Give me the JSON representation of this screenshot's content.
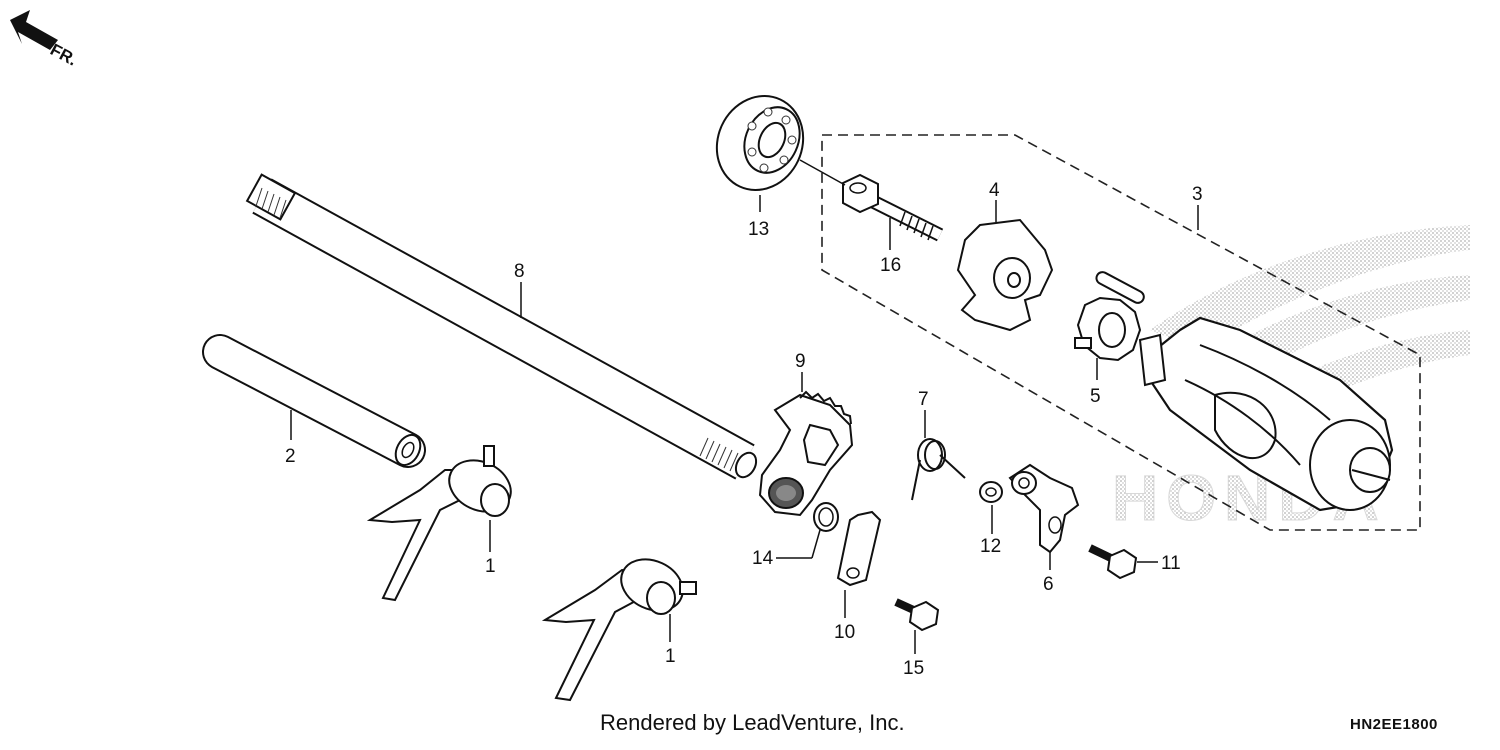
{
  "direction_label": "FR.",
  "callouts": {
    "c1a": "1",
    "c1b": "1",
    "c2": "2",
    "c3": "3",
    "c4": "4",
    "c5": "5",
    "c6": "6",
    "c7": "7",
    "c8": "8",
    "c9": "9",
    "c10": "10",
    "c11": "11",
    "c12": "12",
    "c13": "13",
    "c14": "14",
    "c15": "15",
    "c16": "16"
  },
  "footer_text": "Rendered by LeadVenture, Inc.",
  "diagram_code": "HN2EE1800",
  "watermark": "HONDA"
}
